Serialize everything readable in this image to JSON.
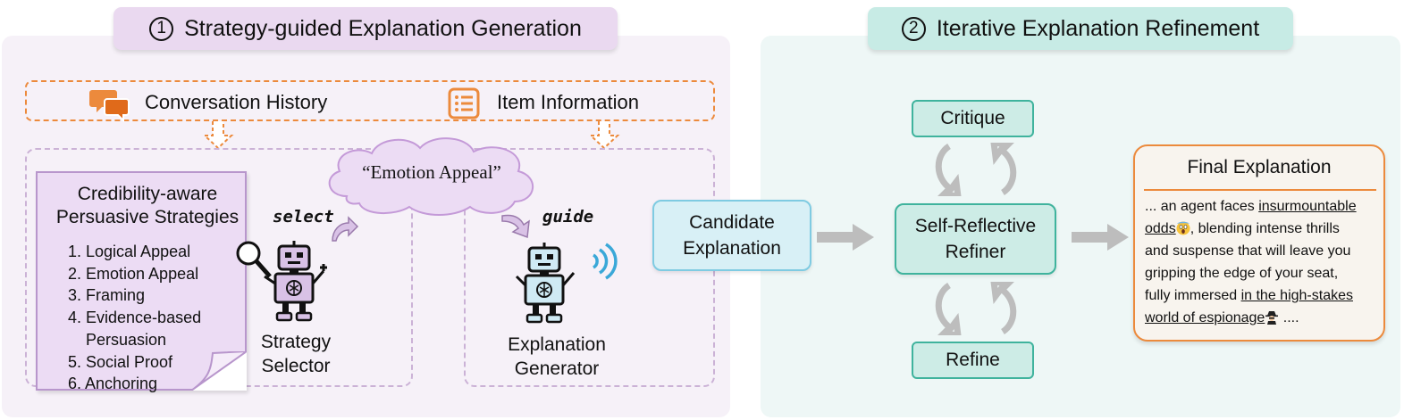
{
  "stage1": {
    "number": "1",
    "title": "Strategy-guided Explanation Generation"
  },
  "stage2": {
    "number": "2",
    "title": "Iterative Explanation Refinement"
  },
  "inputs": {
    "conversation_history": "Conversation History",
    "item_information": "Item Information"
  },
  "strategies": {
    "title_line1": "Credibility-aware",
    "title_line2": "Persuasive Strategies",
    "items": [
      "1. Logical Appeal",
      "2. Emotion Appeal",
      "3. Framing",
      "4. Evidence-based",
      "Persuasion",
      "5. Social Proof",
      "6. Anchoring"
    ]
  },
  "cloud_text": "“Emotion Appeal”",
  "select_label": "select",
  "guide_label": "guide",
  "selector": {
    "line1": "Strategy",
    "line2": "Selector"
  },
  "generator": {
    "line1": "Explanation",
    "line2": "Generator"
  },
  "candidate": {
    "line1": "Candidate",
    "line2": "Explanation"
  },
  "critique_label": "Critique",
  "refiner": {
    "line1": "Self-Reflective",
    "line2": "Refiner"
  },
  "refine_label": "Refine",
  "final": {
    "title": "Final Explanation",
    "t1": "... an agent faces ",
    "u1a": "insurmountable",
    "u1b": "odds",
    "t2": ", blending intense thrills",
    "t3": "and suspense that will leave you",
    "t4": "gripping the edge of your seat,",
    "t5": "fully immersed ",
    "u2a": "in the high-stakes",
    "u2b": "world of espionage",
    "t6": " ...."
  },
  "colors": {
    "orange": "#ec8a3c",
    "purple": "#b896cc",
    "teal": "#3fb39d",
    "light_blue": "#7fcbe2"
  }
}
